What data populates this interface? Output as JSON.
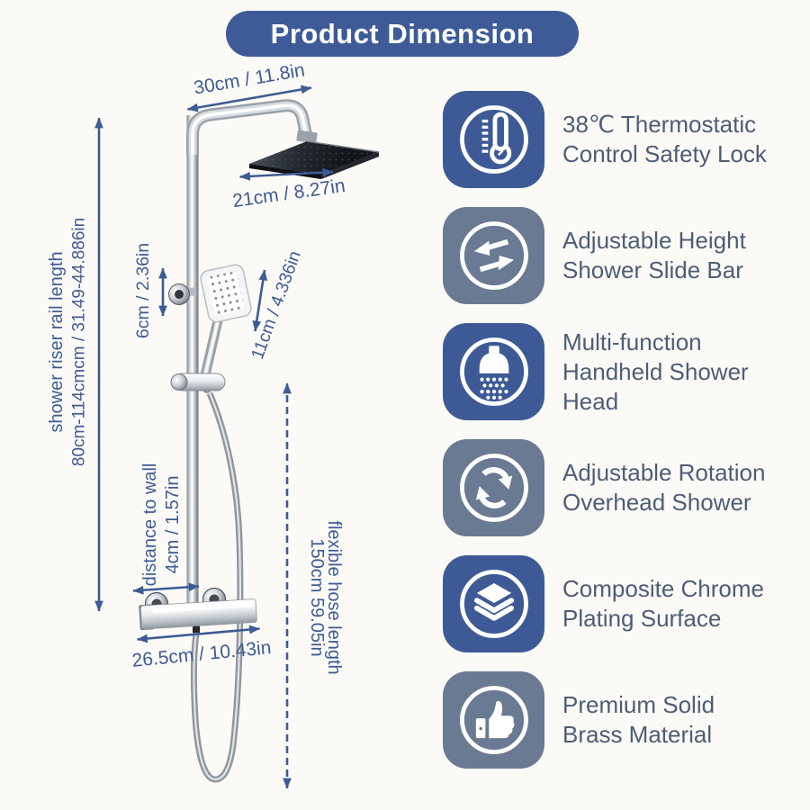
{
  "title": "Product Dimension",
  "colors": {
    "banner": "#3f5b97",
    "badge_blue": "#3e5a96",
    "badge_gray": "#697a92",
    "dimension_accent": "#3d5b94",
    "feature_text": "#4d5d77",
    "background": "#fcfaf6"
  },
  "diagram": {
    "dimensions": {
      "riser": {
        "label": "shower riser rail length",
        "value": "80cm-114cmcm / 31.49-44.886in"
      },
      "arm": {
        "value": "30cm / 11.8in"
      },
      "head": {
        "value": "21cm / 8.27in"
      },
      "bracket": {
        "value": "6cm / 2.36in"
      },
      "handheld": {
        "value": "11cm / 4.336in"
      },
      "wall": {
        "label": "distance to wall",
        "value": "4cm / 1.57in"
      },
      "valve": {
        "value": "26.5cm / 10.43in"
      },
      "hose": {
        "label": "flexible hose length",
        "value": "150cm 59.05in"
      }
    }
  },
  "features": [
    {
      "icon": "thermometer-icon",
      "badge_color": "#3e5a96",
      "lines": [
        "38℃ Thermostatic",
        "Control Safety Lock"
      ]
    },
    {
      "icon": "swap-arrows-icon",
      "badge_color": "#697a92",
      "lines": [
        "Adjustable Height",
        "Shower Slide Bar"
      ]
    },
    {
      "icon": "shower-head-icon",
      "badge_color": "#3e5a96",
      "lines": [
        "Multi-function",
        "Handheld Shower",
        "Head"
      ]
    },
    {
      "icon": "rotation-icon",
      "badge_color": "#697a92",
      "lines": [
        "Adjustable Rotation",
        "Overhead Shower"
      ]
    },
    {
      "icon": "layers-icon",
      "badge_color": "#3e5a96",
      "lines": [
        "Composite Chrome",
        "Plating Surface"
      ]
    },
    {
      "icon": "thumbs-up-icon",
      "badge_color": "#697a92",
      "lines": [
        "Premium Solid",
        "Brass Material"
      ]
    }
  ]
}
